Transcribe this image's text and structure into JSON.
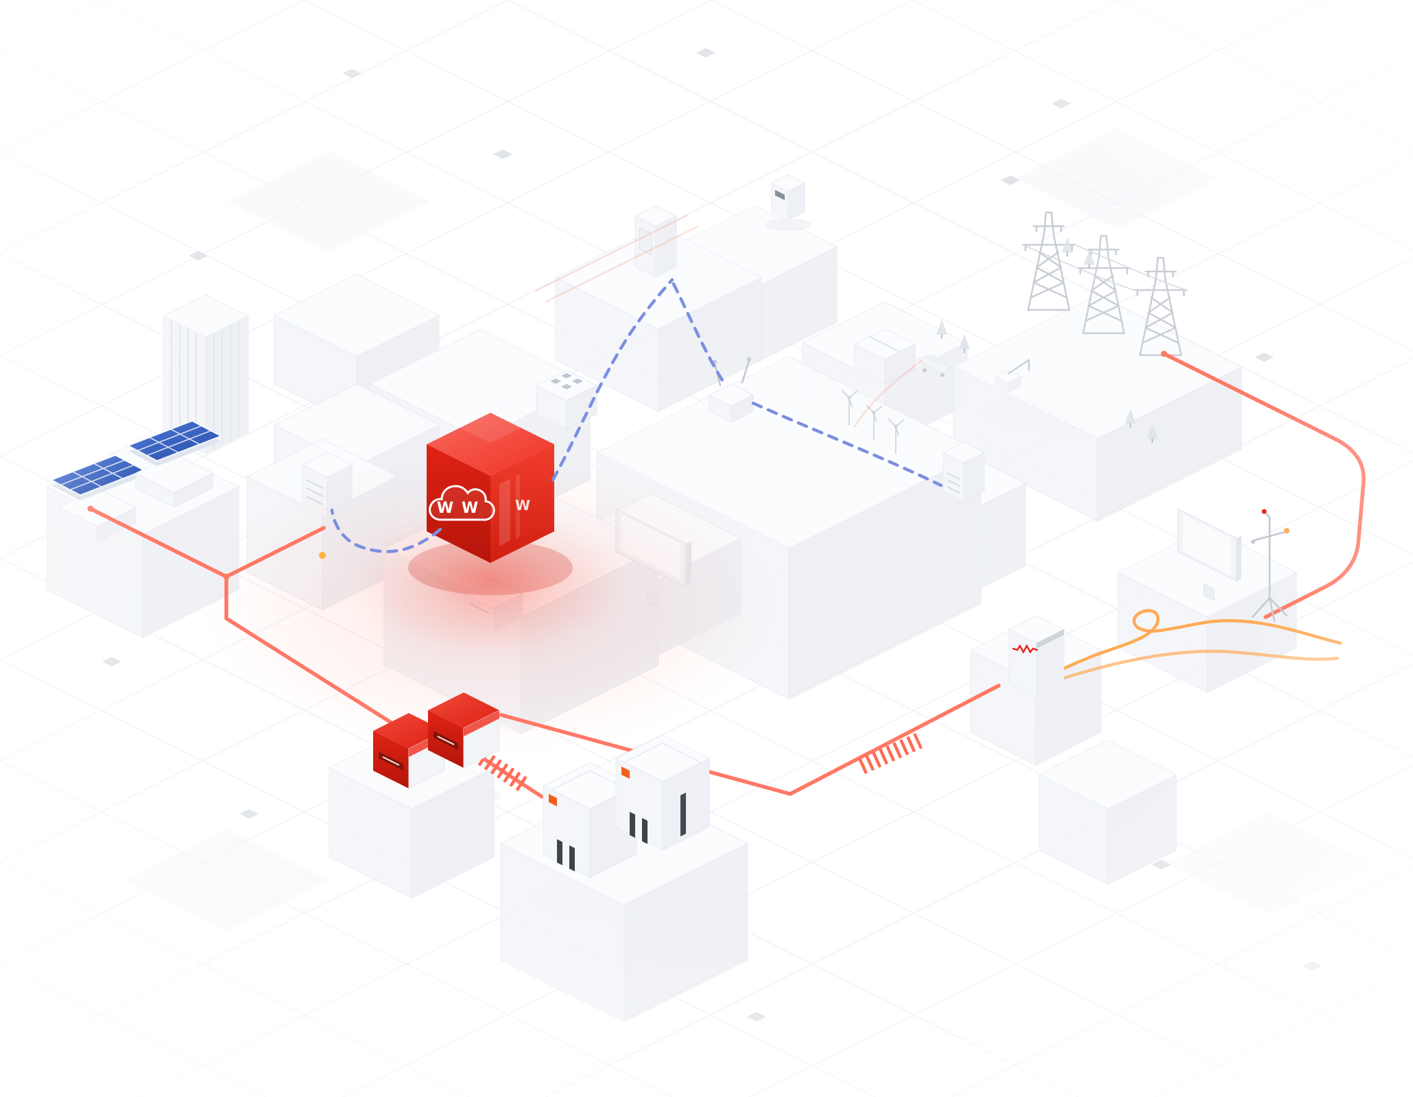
{
  "scene": {
    "cube": {
      "logo_text": "W W",
      "logo_mark": "W"
    },
    "colors": {
      "accent_red": "#e8271b",
      "line_red": "#ff7866",
      "coil_red": "#ff6a55",
      "faint_red": "#ff8a77",
      "line_orange": "#ffaa55",
      "link_blue": "#7b8fe0",
      "solar_blue": "#3d6ad0",
      "orange_accent": "#f2601f",
      "node_yellow": "#ffb23e",
      "metal_gray": "#c2c8d1",
      "grid_line": "#e3e7ec"
    },
    "elements": [
      {
        "name": "solar-array",
        "count": 2
      },
      {
        "name": "cloud-cube",
        "count": 1
      },
      {
        "name": "inverter",
        "count": 2
      },
      {
        "name": "battery-cabinet",
        "count": 2
      },
      {
        "name": "storage-converter",
        "count": 1
      },
      {
        "name": "transmission-tower",
        "count": 3
      },
      {
        "name": "house",
        "count": 1
      },
      {
        "name": "monitor",
        "count": 2
      },
      {
        "name": "router",
        "count": 1
      },
      {
        "name": "weather-station",
        "count": 1
      },
      {
        "name": "smart-meter",
        "count": 1
      },
      {
        "name": "wind-turbine",
        "count": 3
      },
      {
        "name": "coil",
        "count": 2
      },
      {
        "name": "data-link",
        "count": 4
      },
      {
        "name": "power-line",
        "count": 3
      },
      {
        "name": "building-block",
        "count": 19
      }
    ]
  }
}
